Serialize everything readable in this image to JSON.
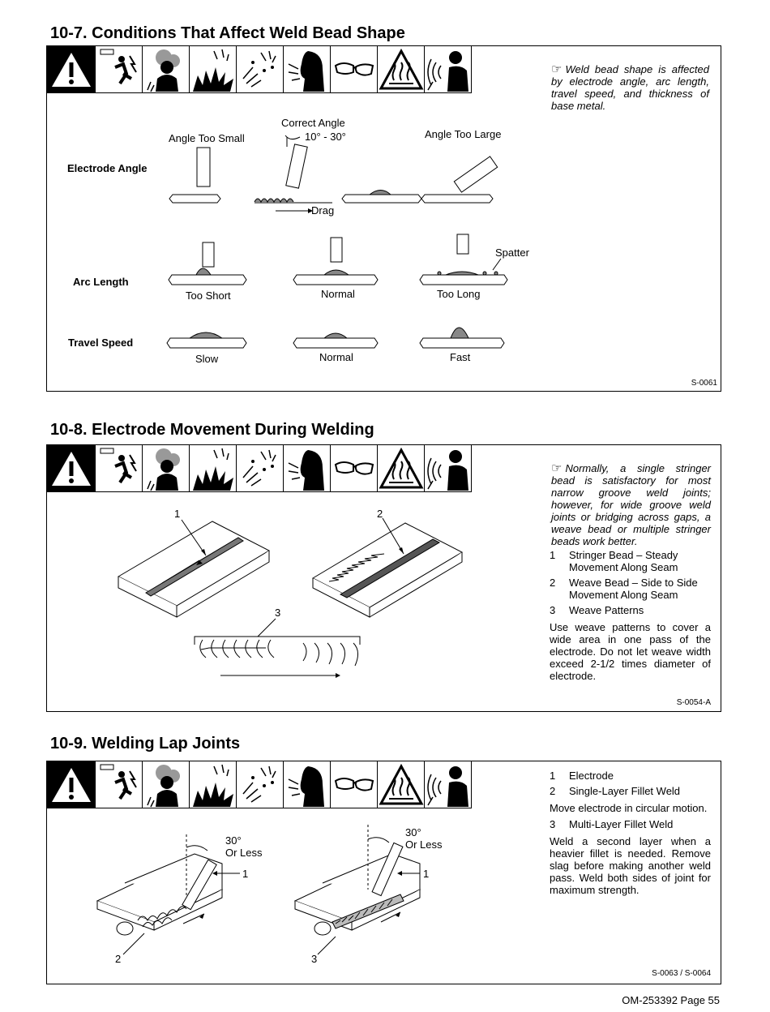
{
  "sections": [
    {
      "title": "10-7.  Conditions That Affect Weld Bead Shape",
      "note": "Weld bead shape is affected by electrode angle, arc length, travel speed, and thickness of base metal.",
      "labels": {
        "correct_angle": "Correct Angle",
        "angle_range": "10° - 30°",
        "angle_too_small": "Angle Too Small",
        "angle_too_large": "Angle Too Large",
        "electrode_angle": "Electrode Angle",
        "drag": "Drag",
        "spatter": "Spatter",
        "arc_length": "Arc Length",
        "too_short": "Too Short",
        "normal_arc": "Normal",
        "too_long": "Too Long",
        "travel_speed": "Travel Speed",
        "slow": "Slow",
        "normal_speed": "Normal",
        "fast": "Fast"
      },
      "ref": "S-0061"
    },
    {
      "title": "10-8.  Electrode Movement During Welding",
      "note": "Normally, a single stringer bead is satisfactory for most narrow groove weld joints; however, for wide groove weld joints or bridging across gaps, a weave bead or multiple stringer beads work better.",
      "items": [
        {
          "num": "1",
          "text1": "Stringer Bead – Steady",
          "text2": "Movement Along Seam"
        },
        {
          "num": "2",
          "text1": "Weave Bead – Side to Side",
          "text2": "Movement Along Seam"
        },
        {
          "num": "3",
          "text1": "Weave Patterns",
          "text2": ""
        }
      ],
      "body": "Use weave patterns to cover a wide area in one pass of the electrode. Do not let weave width exceed 2-1/2 times diameter of electrode.",
      "callouts": [
        "1",
        "2",
        "3"
      ],
      "ref": "S-0054-A"
    },
    {
      "title": "10-9.  Welding Lap Joints",
      "items": [
        {
          "num": "1",
          "text": "Electrode"
        },
        {
          "num": "2",
          "text": "Single-Layer Fillet Weld"
        },
        {
          "num": "3",
          "text": "Multi-Layer Fillet Weld"
        }
      ],
      "move_text": "Move electrode in circular motion.",
      "body": "Weld a second layer when a heavier fillet is needed. Remove slag before making another weld pass. Weld both sides of joint for maximum strength.",
      "angle1": "30°",
      "angle2": "Or Less",
      "callouts": [
        "1",
        "2",
        "1",
        "3"
      ],
      "ref": "S-0063 / S-0064"
    }
  ],
  "hazard_icons": [
    "warning-icon",
    "electric-shock-icon",
    "fumes-icon",
    "fire-explosion-icon",
    "sparks-icon",
    "safety-glasses-icon",
    "hot-surface-icon",
    "arc-rays-icon"
  ],
  "footer": "OM-253392 Page 55"
}
